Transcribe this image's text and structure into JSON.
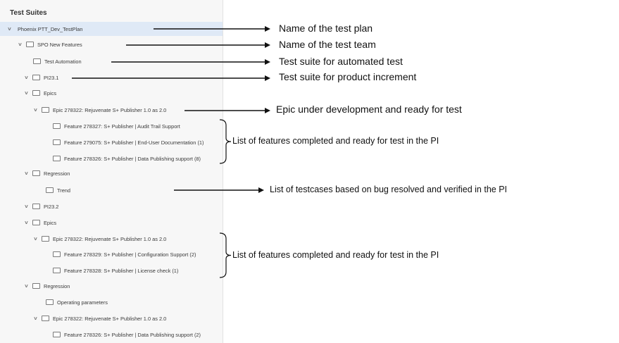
{
  "panel": {
    "title": "Test Suites",
    "items": [
      {
        "label": "Phoenix PTT_Dev_TestPlan",
        "level": 0,
        "chevron": true,
        "folder": false,
        "selected": true
      },
      {
        "label": "SPO New Features",
        "level": 1,
        "chevron": true,
        "folder": true
      },
      {
        "label": "Test Automation",
        "level": 2,
        "chevron": false,
        "folder": true
      },
      {
        "label": "PI23.1",
        "level": 2,
        "chevron": true,
        "folder": true
      },
      {
        "label": "Epics",
        "level": 3,
        "chevron": true,
        "folder": true
      },
      {
        "label": "Epic 278322: Rejuvenate S+ Publisher 1.0 as 2.0",
        "level": 4,
        "chevron": true,
        "folder": true
      },
      {
        "label": "Feature 278327: S+ Publisher | Audit Trail Support",
        "level": 5,
        "chevron": false,
        "folder": true
      },
      {
        "label": "Feature 279075: S+ Publisher | End-User Documentation (1)",
        "level": 5,
        "chevron": false,
        "folder": true
      },
      {
        "label": "Feature 278326: S+ Publisher | Data Publishing support (8)",
        "level": 5,
        "chevron": false,
        "folder": true
      },
      {
        "label": "Regression",
        "level": 3,
        "chevron": true,
        "folder": true
      },
      {
        "label": "Trend",
        "level": 4,
        "chevron": false,
        "folder": true
      },
      {
        "label": "PI23.2",
        "level": 2,
        "chevron": true,
        "folder": true
      },
      {
        "label": "Epics",
        "level": 3,
        "chevron": true,
        "folder": true
      },
      {
        "label": "Epic 278322: Rejuvenate S+ Publisher 1.0 as 2.0",
        "level": 4,
        "chevron": true,
        "folder": true
      },
      {
        "label": "Feature 278329: S+ Publisher | Configuration Support (2)",
        "level": 5,
        "chevron": false,
        "folder": true
      },
      {
        "label": "Feature 278328: S+ Publisher | License check (1)",
        "level": 5,
        "chevron": false,
        "folder": true
      },
      {
        "label": "Regression",
        "level": 3,
        "chevron": true,
        "folder": true
      },
      {
        "label": "Operating parameters",
        "level": 4,
        "chevron": false,
        "folder": true
      },
      {
        "label": "Epic 278322: Rejuvenate S+ Publisher 1.0 as 2.0",
        "level": 4,
        "chevron": true,
        "folder": true
      },
      {
        "label": "Feature 278326: S+ Publisher | Data Publishing support (2)",
        "level": 5,
        "chevron": false,
        "folder": true
      }
    ]
  },
  "annotations": [
    {
      "id": "test-plan",
      "text": "Name of the test plan",
      "target_item": 0
    },
    {
      "id": "test-team",
      "text": "Name of the test team",
      "target_item": 1
    },
    {
      "id": "automated-suite",
      "text": "Test suite for automated test",
      "target_item": 2
    },
    {
      "id": "increment-suite",
      "text": "Test suite for product increment",
      "target_item": 3
    },
    {
      "id": "epic",
      "text": "Epic under development and ready for test",
      "target_item": 5
    },
    {
      "id": "features-1",
      "text": "List of  features completed and ready for test in the PI",
      "target_items": [
        6,
        8
      ]
    },
    {
      "id": "testcases",
      "text": "List of  testcases  based on bug resolved and verified in the PI",
      "target_item": 10
    },
    {
      "id": "features-2",
      "text": "List of  features completed and ready for test in the PI",
      "target_items": [
        14,
        15
      ]
    }
  ]
}
